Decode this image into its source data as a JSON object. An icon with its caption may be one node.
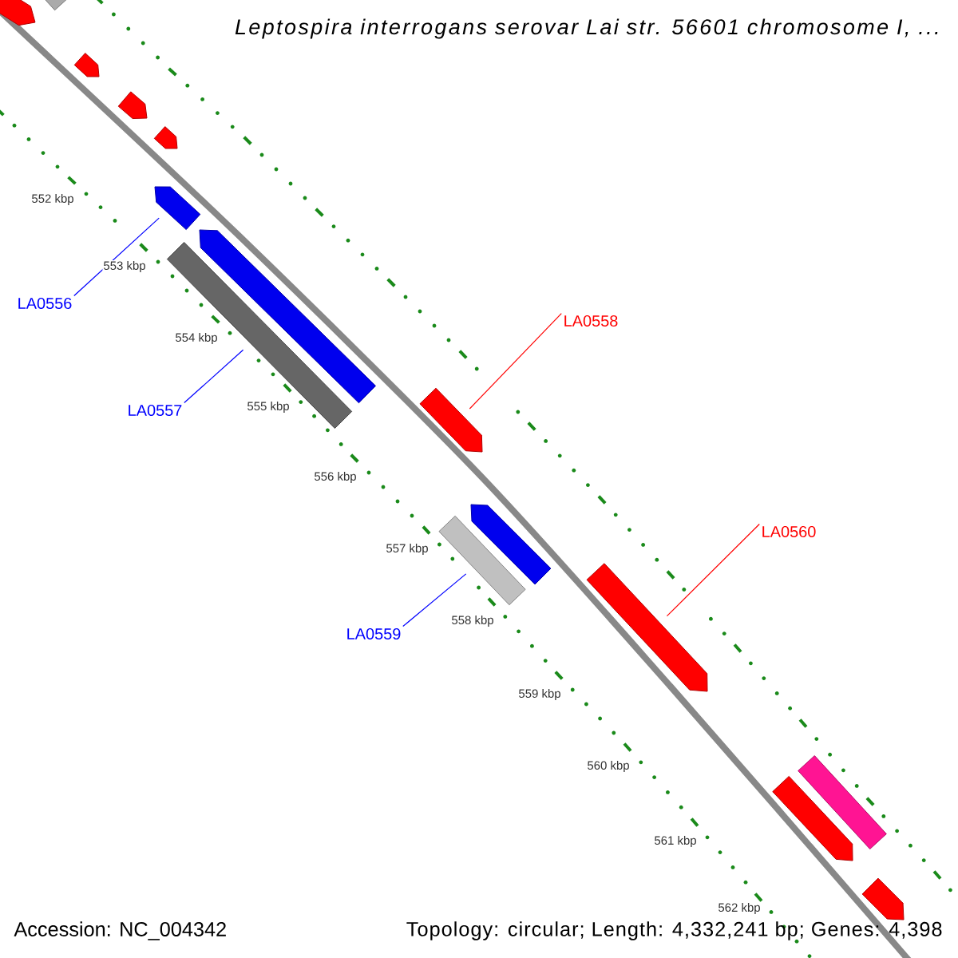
{
  "diagram": {
    "title": "*Leptospira interrogans* serovar Lai str. 56601 chromosome I, ...",
    "nodes": [
      {
        "text": [
          "LA0556"
        ]
      },
      {
        "text": [
          "LA0558"
        ]
      },
      {
        "text": [
          "LA0557"
        ]
      },
      {
        "text": [
          "LA0560"
        ]
      },
      {
        "text": [
          "LA0559"
        ]
      },
      {
        "text": [],
        "shape": "bar"
      },
      {
        "text": [],
        "shape": "bar"
      },
      {
        "text": [],
        "shape": "bar"
      },
      {
        "text": [],
        "shape": "bar"
      },
      {
        "text": [],
        "shape": "bar"
      },
      {
        "text": [],
        "shape": "bar"
      },
      {
        "text": [],
        "shape": "bar"
      },
      {
        "text": [],
        "shape": "bar"
      },
      {
        "text": [],
        "shape": "bar"
      },
      {
        "text": [],
        "shape": "bar"
      },
      {
        "text": [],
        "shape": "bar"
      },
      {
        "text": [],
        "shape": "bar"
      },
      {
        "text": [],
        "shape": "bar"
      },
      {
        "text": [],
        "shape": "bar"
      },
      {
        "text": [],
        "shape": "bar"
      }
    ],
    "edges": [
      {
        "from": 0,
        "to": 10,
        "arrow": "none"
      },
      {
        "from": 1,
        "to": 13,
        "arrow": "none",
        "color": "#ff0000"
      },
      {
        "from": 2,
        "to": 12,
        "arrow": "none"
      },
      {
        "from": 3,
        "to": 16,
        "arrow": "none",
        "color": "#ff0000"
      },
      {
        "from": 4,
        "to": 15,
        "arrow": "none"
      }
    ],
    "labels": [
      "552 kbp",
      "553 kbp",
      "554 kbp",
      "555 kbp",
      "556 kbp",
      "557 kbp",
      "558 kbp",
      "559 kbp",
      "560 kbp",
      "561 kbp",
      "562 kbp",
      "Accession: NC_004342",
      "Topology: circular; Length: 4,332,241 bp; Genes: 4,398"
    ]
  }
}
